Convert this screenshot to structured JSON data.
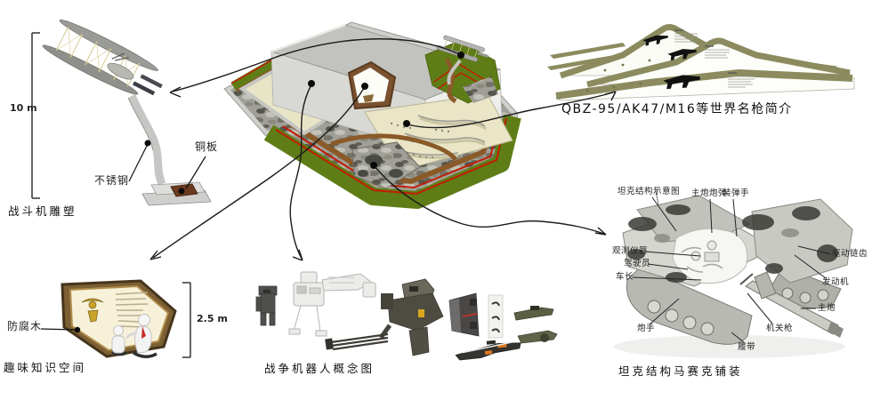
{
  "figures": {
    "jet_sculpture": {
      "caption": "战斗机雕塑",
      "height": "10 m",
      "labels": {
        "steel": "不锈钢",
        "copper": "铜板"
      }
    },
    "knowledge_room": {
      "caption": "趣味知识空间",
      "height": "2.5 m",
      "labels": {
        "wood": "防腐木"
      }
    },
    "war_robots": {
      "caption": "战争机器人概念图"
    },
    "famous_guns": {
      "caption": "QBZ-95/AK47/M16等世界名枪简介"
    },
    "tank_mosaic": {
      "caption": "坦克结构马赛克铺装",
      "title": "坦克结构示意图",
      "labels": {
        "shell": "主炮炮弹",
        "loader": "装弹手",
        "observation": "观测仪器",
        "driver": "驾驶员",
        "commander": "车长",
        "gunner": "炮手",
        "sprocket": "驱动链齿",
        "engine": "发动机",
        "main_gun": "主炮",
        "machine_gun": "机关枪",
        "track": "履带"
      }
    }
  },
  "colors": {
    "grass_green": "#5f7d16",
    "stripe_red": "#c11d04",
    "path_brown": "#8a5a28",
    "panel_olive": "#8b8b5f",
    "copper_brown": "#6b3a1f",
    "frame_gold": "#b08c4a",
    "leader_black": "#1b1b1b"
  }
}
